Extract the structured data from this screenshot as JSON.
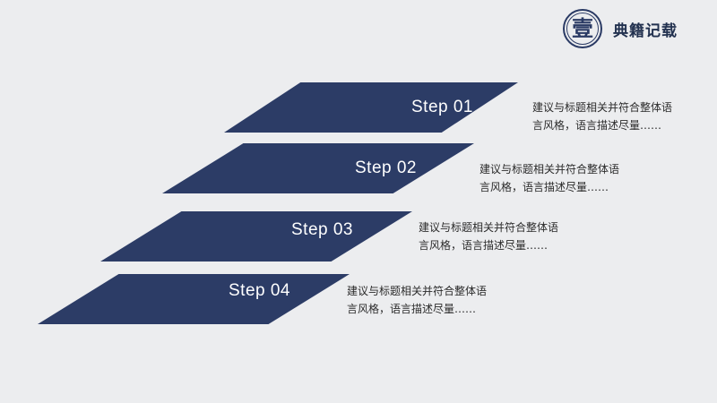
{
  "header": {
    "seal_char": "壹",
    "brand_name": "典籍记载"
  },
  "steps": [
    {
      "label": "Step 01",
      "desc_line1": "建议与标题相关并符合整体语",
      "desc_line2": "言风格，语言描述尽量……"
    },
    {
      "label": "Step 02",
      "desc_line1": "建议与标题相关并符合整体语",
      "desc_line2": "言风格，语言描述尽量……"
    },
    {
      "label": "Step 03",
      "desc_line1": "建议与标题相关并符合整体语",
      "desc_line2": "言风格，语言描述尽量……"
    },
    {
      "label": "Step 04",
      "desc_line1": "建议与标题相关并符合整体语",
      "desc_line2": "言风格，语言描述尽量……"
    }
  ],
  "colors": {
    "background": "#ecedef",
    "step_fill": "#2c3c66",
    "brand": "#2a3a64"
  }
}
